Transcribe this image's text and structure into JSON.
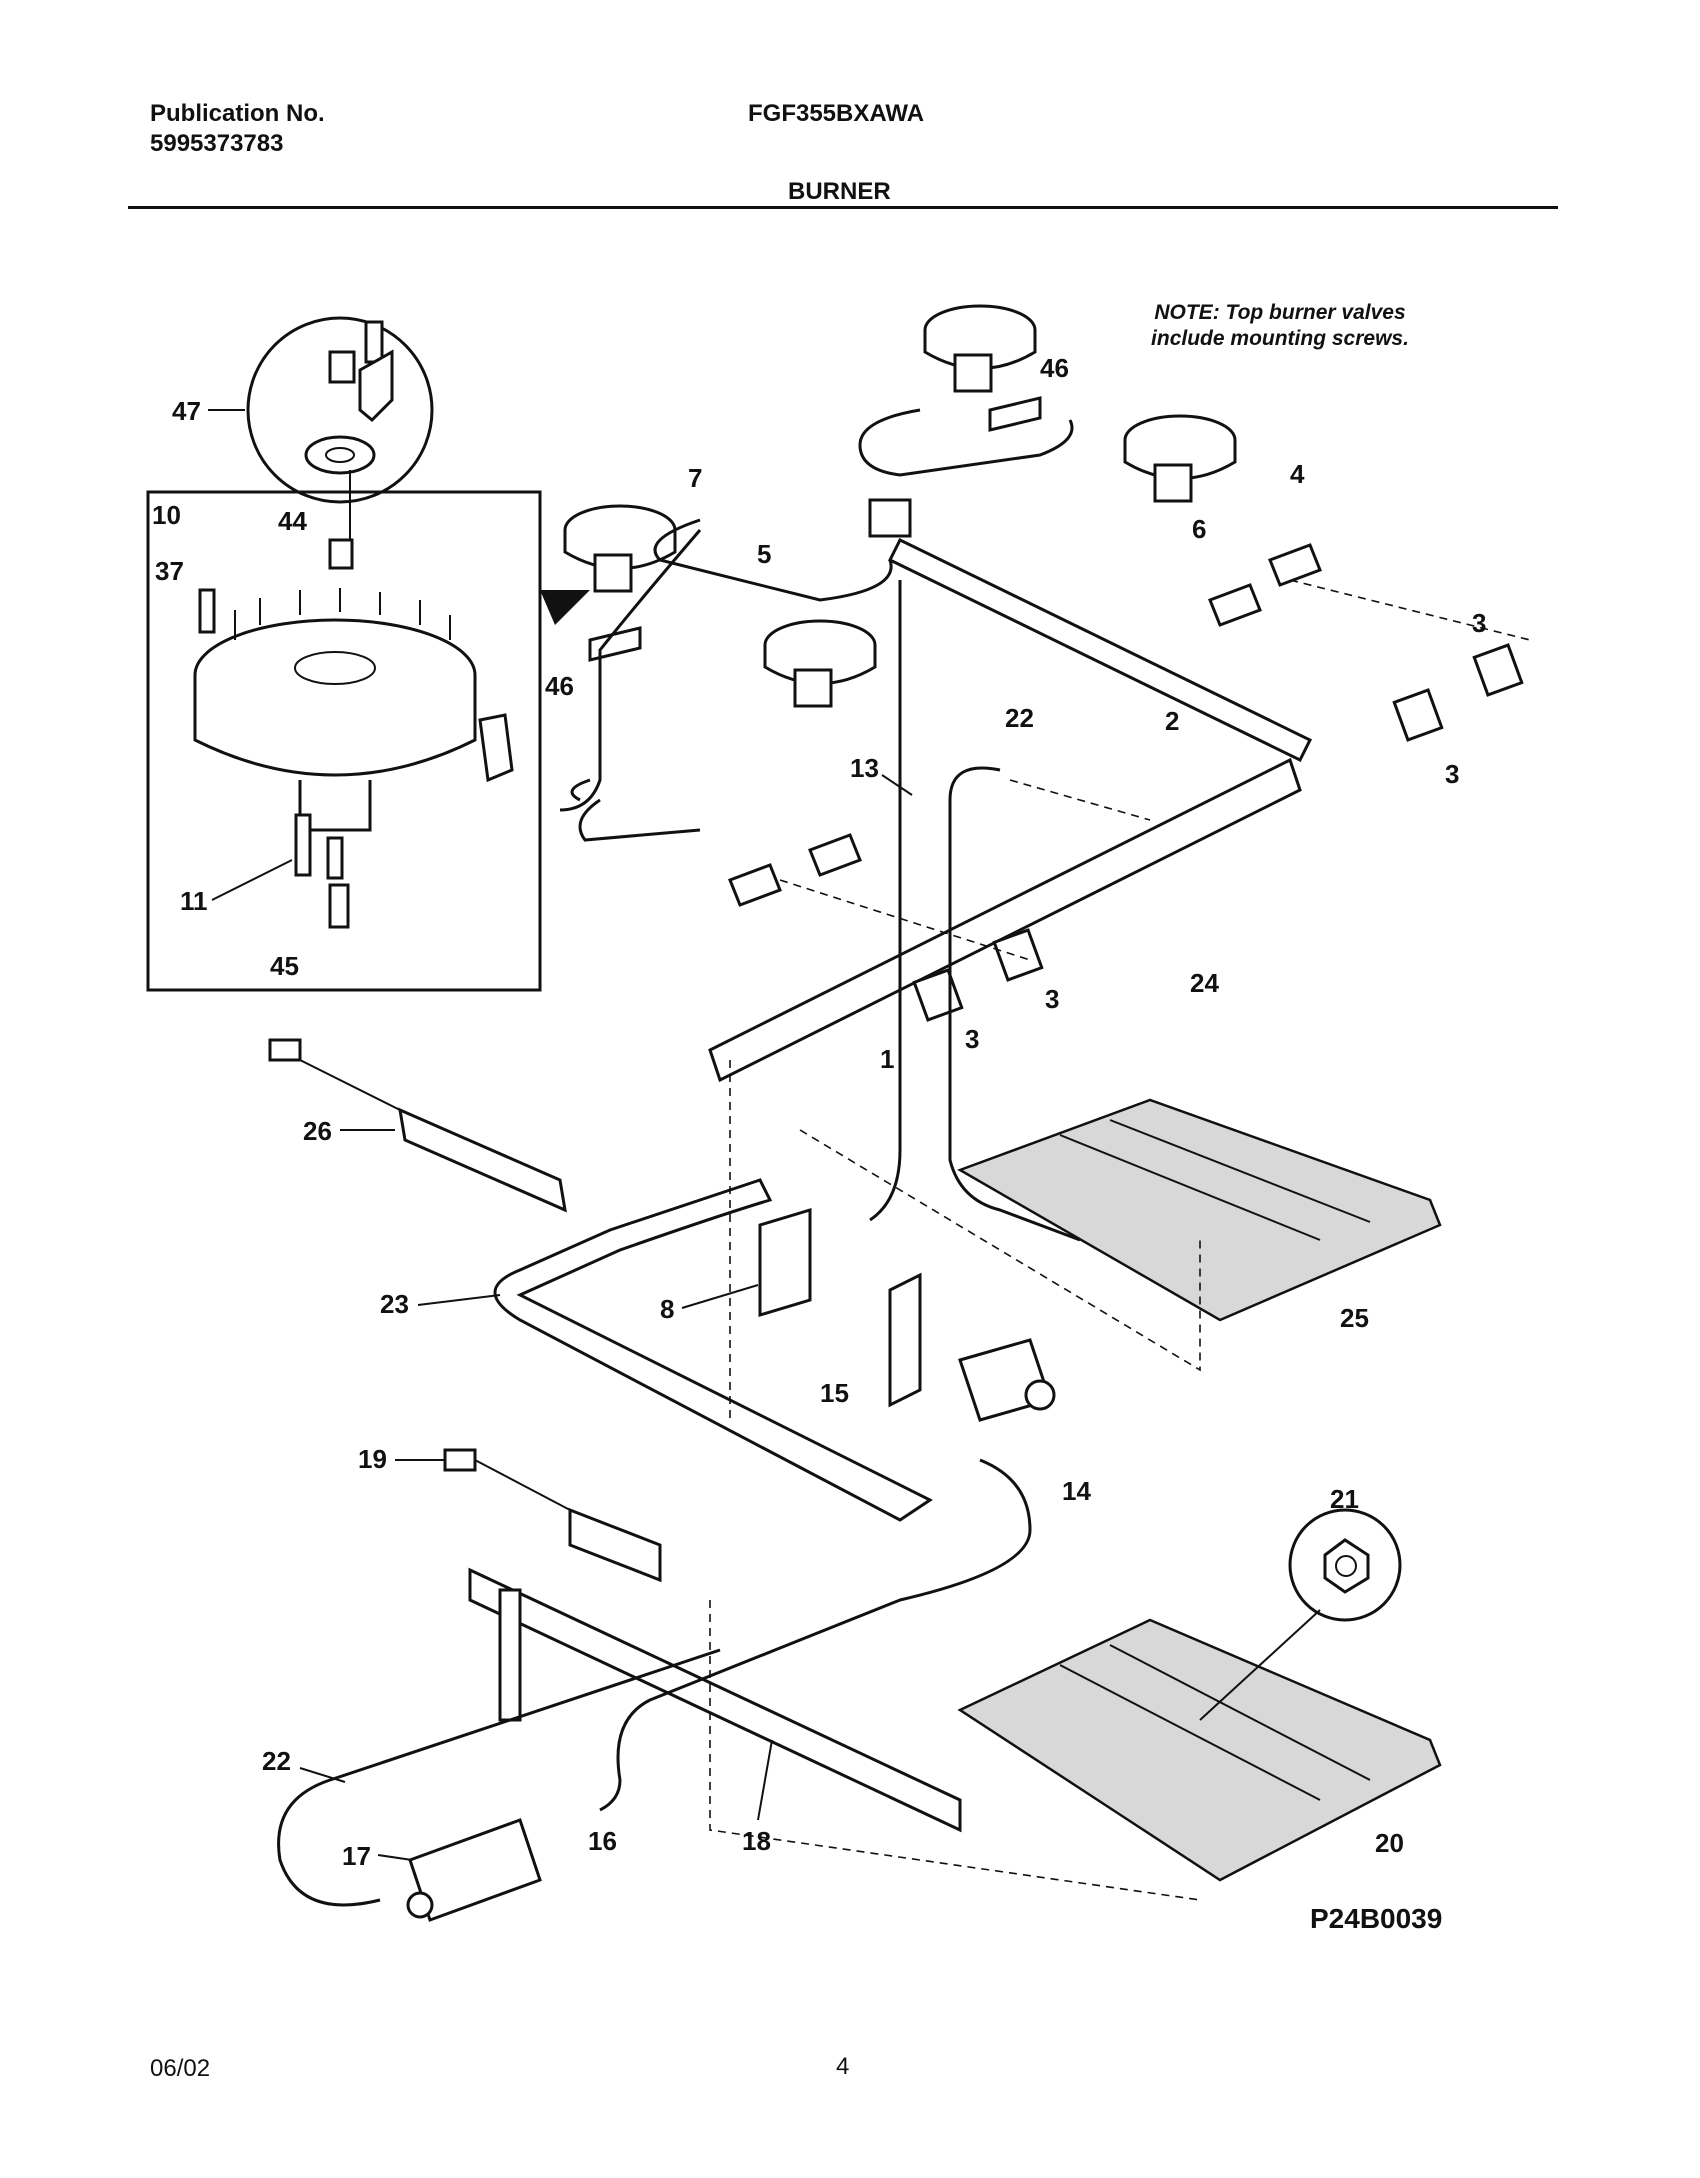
{
  "header": {
    "publication_label": "Publication No.",
    "publication_number": "5995373783",
    "model": "FGF355BXAWA",
    "section_title": "BURNER"
  },
  "note": {
    "line1": "NOTE: Top burner valves",
    "line2": "include mounting screws."
  },
  "diagram_code": "P24B0039",
  "footer": {
    "date": "06/02",
    "page": "4"
  },
  "callouts": [
    "47",
    "10",
    "44",
    "37",
    "11",
    "45",
    "7",
    "5",
    "46",
    "46",
    "4",
    "6",
    "3",
    "3",
    "3",
    "3",
    "22",
    "13",
    "2",
    "1",
    "24",
    "26",
    "23",
    "8",
    "15",
    "14",
    "25",
    "19",
    "21",
    "22",
    "16",
    "18",
    "17",
    "20"
  ]
}
